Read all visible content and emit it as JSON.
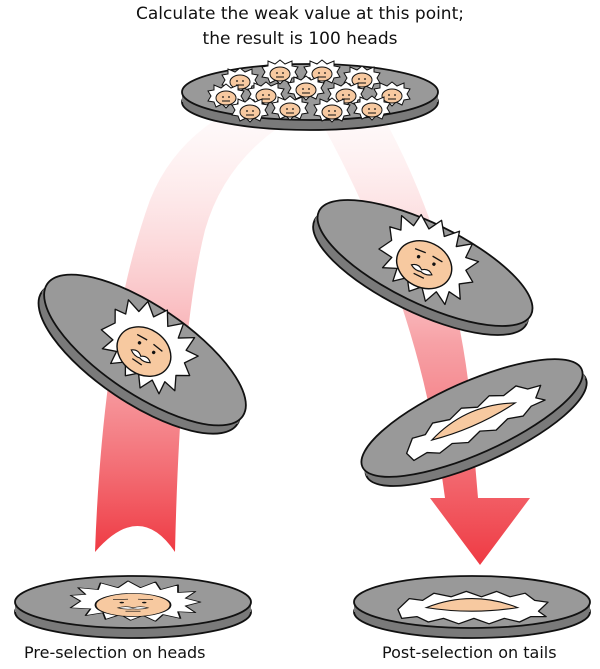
{
  "caption": {
    "line1": "Calculate the weak value at this point;",
    "line2": "the result is 100 heads"
  },
  "labels": {
    "left": "Pre-selection on heads",
    "right": "Post-selection on tails"
  },
  "colors": {
    "arrow_fade": "#ef3a43",
    "coin_face": "#999999",
    "coin_edge": "#7a7a7a",
    "outline": "#111111",
    "skin": "#f7c9a0",
    "hair": "#ffffff"
  }
}
